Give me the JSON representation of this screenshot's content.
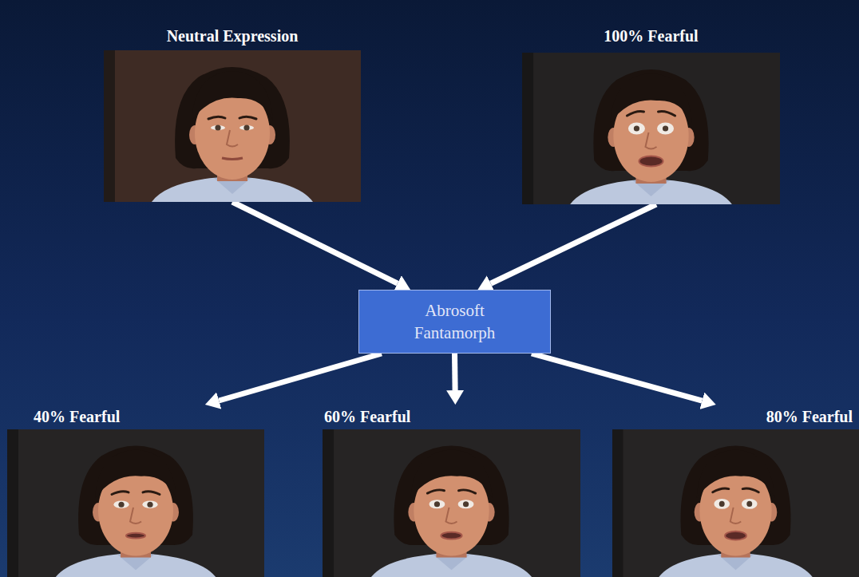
{
  "diagram": {
    "nodes": [
      {
        "text": [
          "Neutral Expression"
        ]
      },
      {
        "text": [
          "100% Fearful"
        ]
      },
      {
        "text": [
          "Abrosoft Fantamorph"
        ]
      },
      {
        "text": [
          "40% Fearful"
        ]
      },
      {
        "text": [
          "60% Fearful"
        ]
      },
      {
        "text": [
          "80% Fearful"
        ]
      }
    ],
    "edges": [
      {
        "from": 0,
        "to": 2,
        "arrow": "to"
      },
      {
        "from": 1,
        "to": 2,
        "arrow": "to"
      },
      {
        "from": 2,
        "to": 3,
        "arrow": "to"
      },
      {
        "from": 2,
        "to": 4,
        "arrow": "to"
      },
      {
        "from": 2,
        "to": 5,
        "arrow": "to"
      }
    ]
  }
}
